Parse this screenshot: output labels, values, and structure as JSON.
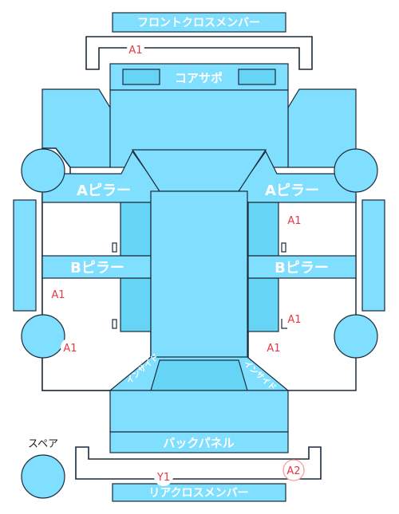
{
  "labels": {
    "front_cross_member": "フロントクロスメンバー",
    "core_support": "コアサポ",
    "a_pillar_left": "Aピラー",
    "a_pillar_right": "Aピラー",
    "b_pillar_left": "Bピラー",
    "b_pillar_right": "Bピラー",
    "back_panel": "バックパネル",
    "rear_cross_member": "リアクロスメンバー",
    "spare": "スペア",
    "inside_left": "インサイド",
    "inside_right": "インサイド"
  },
  "damage_codes": {
    "front_bumper": "A1",
    "right_front_door": "A1",
    "left_rear_door": "A1",
    "right_rear_door": "A1",
    "left_rear_quarter": "A1",
    "right_rear_quarter": "A1",
    "rear_bumper_left": "Y1",
    "rear_bumper_right": "A2"
  },
  "colors": {
    "panel": "#80dfff",
    "panel_dark": "#66d4f5",
    "code_text": "#e63946",
    "outline": "#1a2a3a"
  }
}
